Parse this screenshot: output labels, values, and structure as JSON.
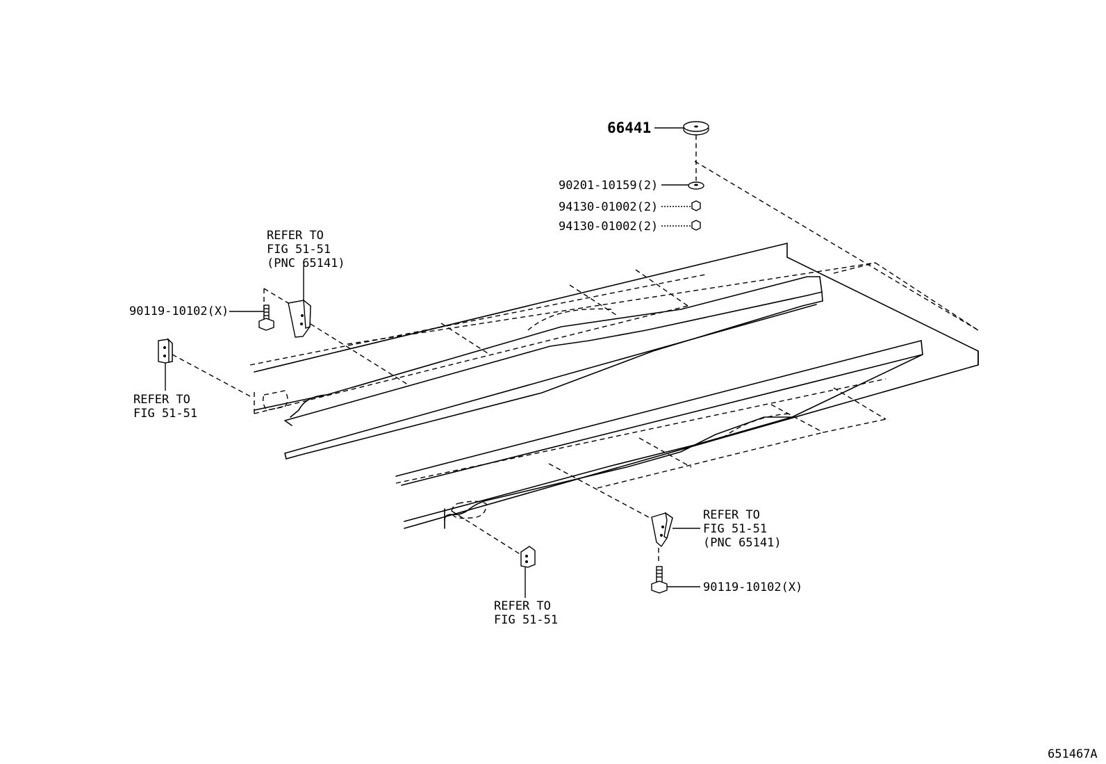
{
  "diagram_id": "651467A",
  "parts": {
    "main_part": "66441",
    "washer": "90201-10159(2)",
    "nut_1": "94130-01002(2)",
    "nut_2": "94130-01002(2)",
    "bolt_left": "90119-10102(X)",
    "bolt_right": "90119-10102(X)"
  },
  "references": {
    "upper_clip_left": [
      "REFER TO",
      "FIG 51-51",
      "(PNC 65141)"
    ],
    "left_bracket": [
      "REFER TO",
      "FIG 51-51"
    ],
    "right_clip": [
      "REFER TO",
      "FIG 51-51",
      "(PNC 65141)"
    ],
    "bottom_bracket": [
      "REFER TO",
      "FIG 51-51"
    ]
  }
}
